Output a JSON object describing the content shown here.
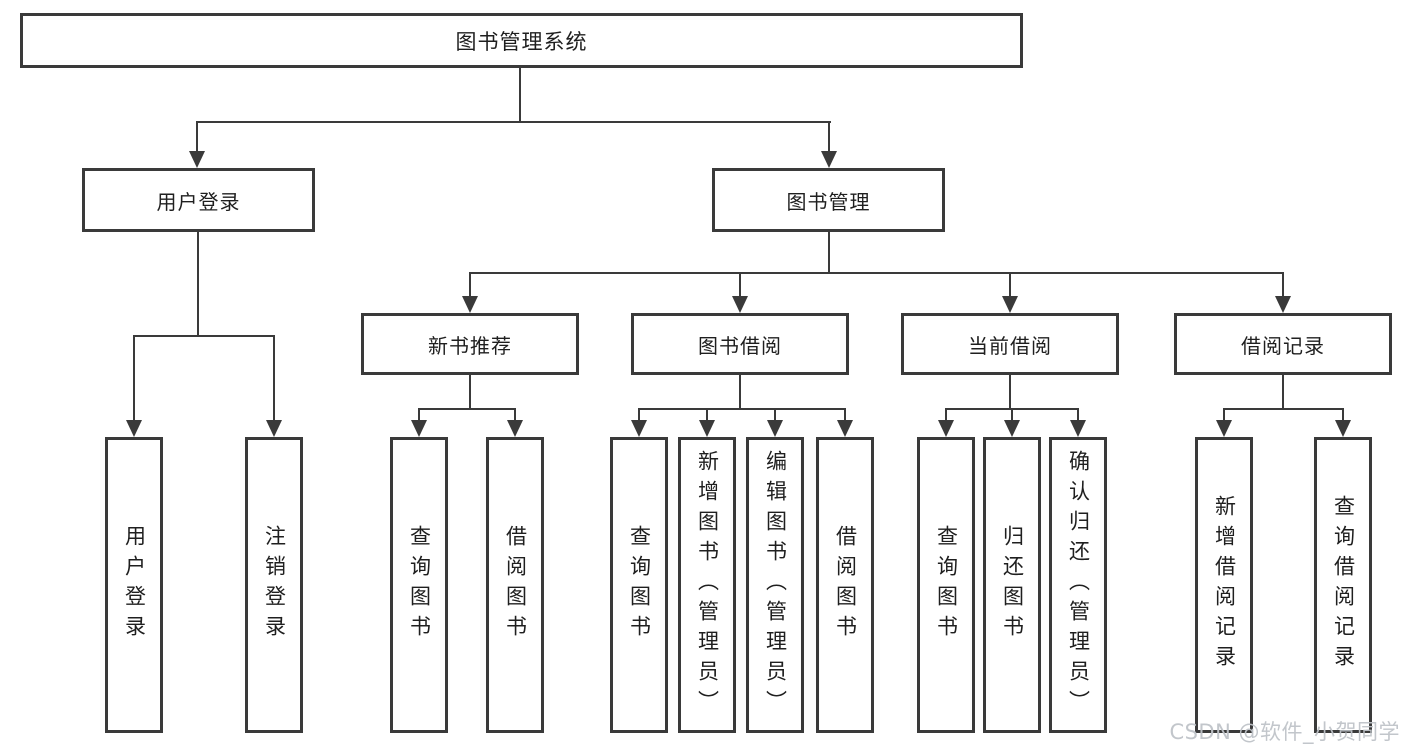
{
  "diagram": {
    "nodes": {
      "root": "图书管理系统",
      "user_login": "用户登录",
      "book_management": "图书管理",
      "new_book_recommend": "新书推荐",
      "book_borrow": "图书借阅",
      "current_borrow": "当前借阅",
      "borrow_records": "借阅记录"
    },
    "leaves": {
      "user_login": [
        "用户登录",
        "注销登录"
      ],
      "new_book_recommend": [
        "查询图书",
        "借阅图书"
      ],
      "book_borrow": [
        "查询图书",
        "新增图书（管理员）",
        "编辑图书（管理员）",
        "借阅图书"
      ],
      "current_borrow": [
        "查询图书",
        "归还图书",
        "确认归还（管理员）"
      ],
      "borrow_records": [
        "新增借阅记录",
        "查询借阅记录"
      ]
    },
    "colors": {
      "line": "#3a3a3a",
      "text": "#1f1f1f",
      "background": "#ffffff",
      "watermark": "#bfc3c8"
    }
  },
  "watermark": {
    "text": "CSDN @软件_小贺同学"
  }
}
